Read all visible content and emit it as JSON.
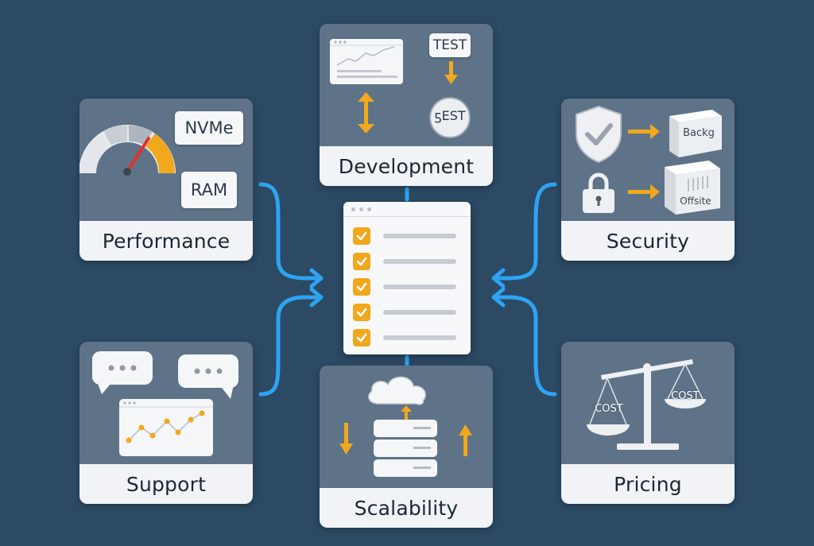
{
  "nodes": {
    "development": {
      "label": "Development",
      "tags": {
        "top": "TEST",
        "bottom": "ƽEST"
      }
    },
    "performance": {
      "label": "Performance",
      "tags": {
        "nvme": "NVMe",
        "ram": "RAM"
      }
    },
    "security": {
      "label": "Security",
      "tags": {
        "backup": "Backg",
        "offsite": "Offsite"
      }
    },
    "support": {
      "label": "Support"
    },
    "scalability": {
      "label": "Scalability"
    },
    "pricing": {
      "label": "Pricing",
      "tags": {
        "left": "COST",
        "right": "COST"
      }
    }
  },
  "center": {
    "items": 5
  },
  "colors": {
    "background": "#2c4a64",
    "card": "#5e7388",
    "arrow_blue": "#2ea3f2",
    "accent_orange": "#f1a81c"
  }
}
